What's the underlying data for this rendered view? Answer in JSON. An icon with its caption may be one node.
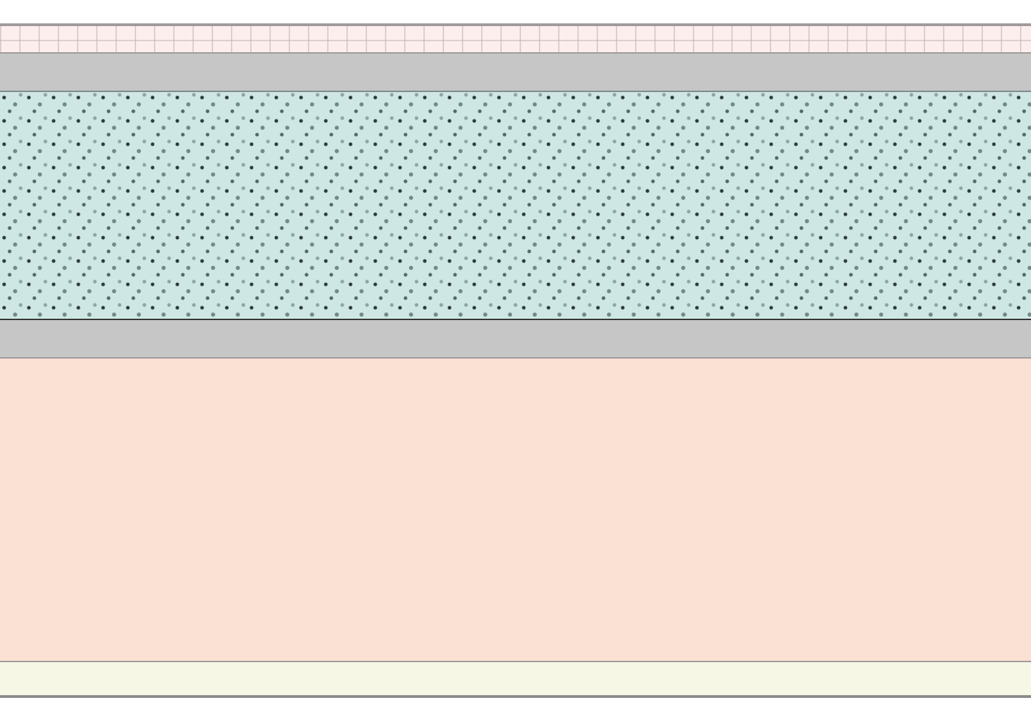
{
  "diagram": {
    "nodes": [
      {
        "text": [],
        "shape": "band"
      },
      {
        "text": [],
        "shape": "band"
      },
      {
        "text": [],
        "shape": "band"
      },
      {
        "text": [],
        "shape": "band"
      },
      {
        "text": [],
        "shape": "band"
      },
      {
        "text": [],
        "shape": "band"
      }
    ]
  }
}
